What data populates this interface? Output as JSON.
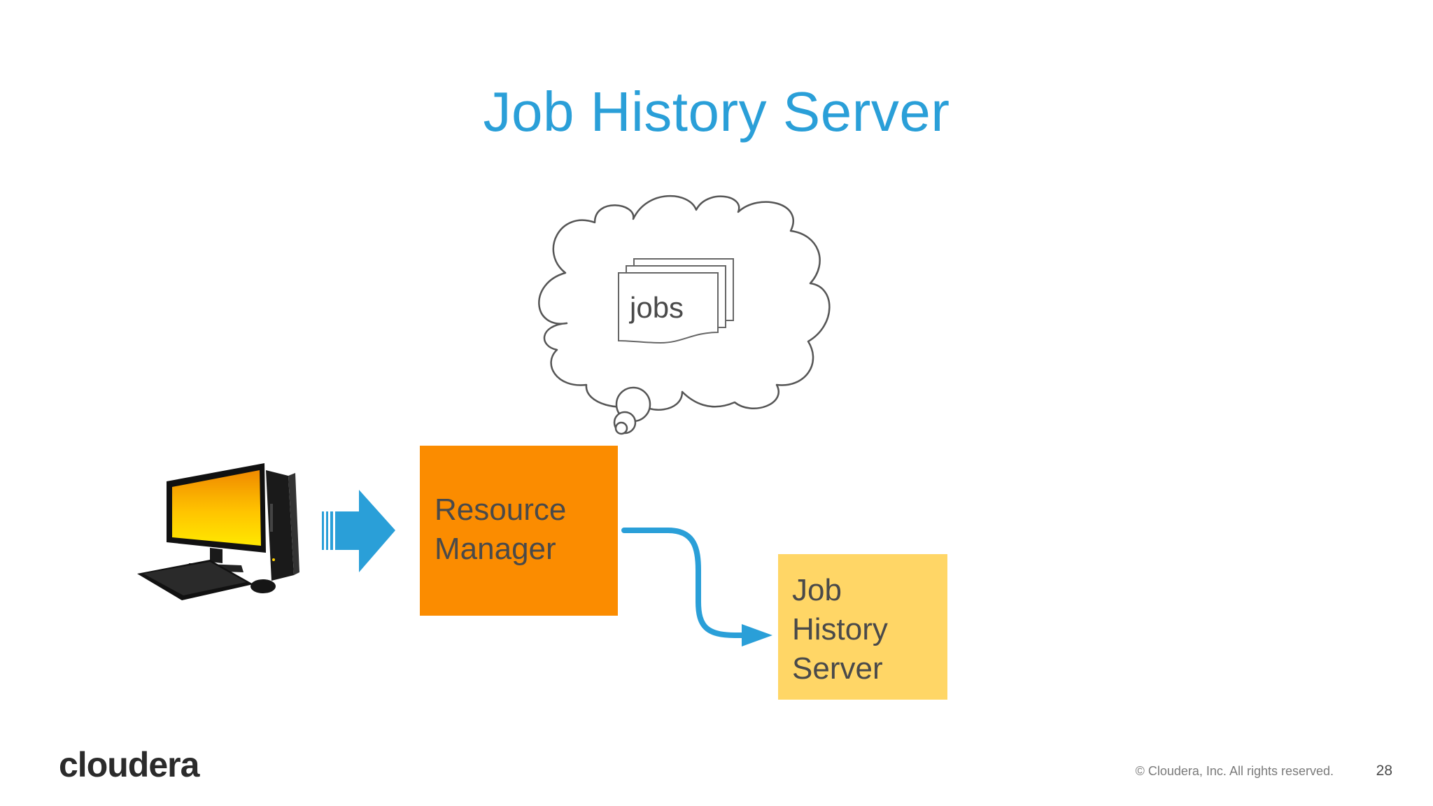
{
  "slide": {
    "title": "Job History Server",
    "page_number": "28",
    "copyright": "© Cloudera, Inc. All rights reserved."
  },
  "brand": {
    "logo_text": "cloudera"
  },
  "diagram": {
    "thought_cloud": {
      "label": "jobs",
      "icon": "documents-stack-icon"
    },
    "client": {
      "icon": "desktop-computer-icon"
    },
    "resource_manager": {
      "line1": "Resource",
      "line2": "Manager",
      "color": "#fb8c00"
    },
    "job_history_server": {
      "line1": "Job",
      "line2": "History",
      "line3": "Server",
      "color": "#ffd666"
    },
    "arrow_color": "#2a9fd8"
  }
}
